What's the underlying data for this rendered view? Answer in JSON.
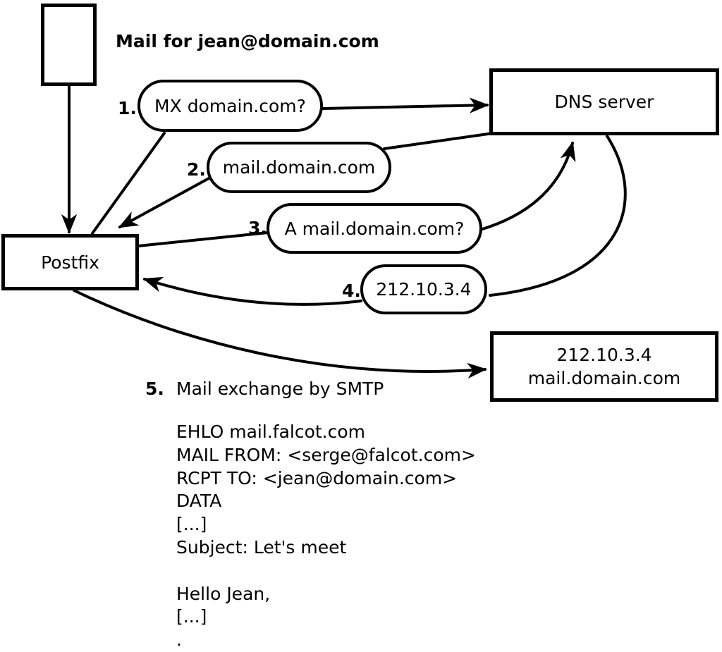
{
  "colors": {
    "line": "#000000",
    "bg": "#ffffff",
    "node_fill": "#ffffff"
  },
  "header": {
    "title": "Mail for jean@domain.com"
  },
  "nodes": {
    "postfix": {
      "label": "Postfix"
    },
    "dns": {
      "label": "DNS server"
    },
    "mailserver": {
      "line1": "212.10.3.4",
      "line2": "mail.domain.com"
    }
  },
  "steps": [
    {
      "num": "1.",
      "label": "MX domain.com?"
    },
    {
      "num": "2.",
      "label": "mail.domain.com"
    },
    {
      "num": "3.",
      "label": "A mail.domain.com?"
    },
    {
      "num": "4.",
      "label": "212.10.3.4"
    },
    {
      "num": "5.",
      "label": "Mail exchange by SMTP"
    }
  ],
  "smtp_session": [
    "EHLO mail.falcot.com",
    "MAIL FROM: <serge@falcot.com>",
    "RCPT TO: <jean@domain.com>",
    "DATA",
    "[...]",
    "Subject: Let's meet",
    "",
    "Hello Jean,",
    "[...]",
    "."
  ]
}
